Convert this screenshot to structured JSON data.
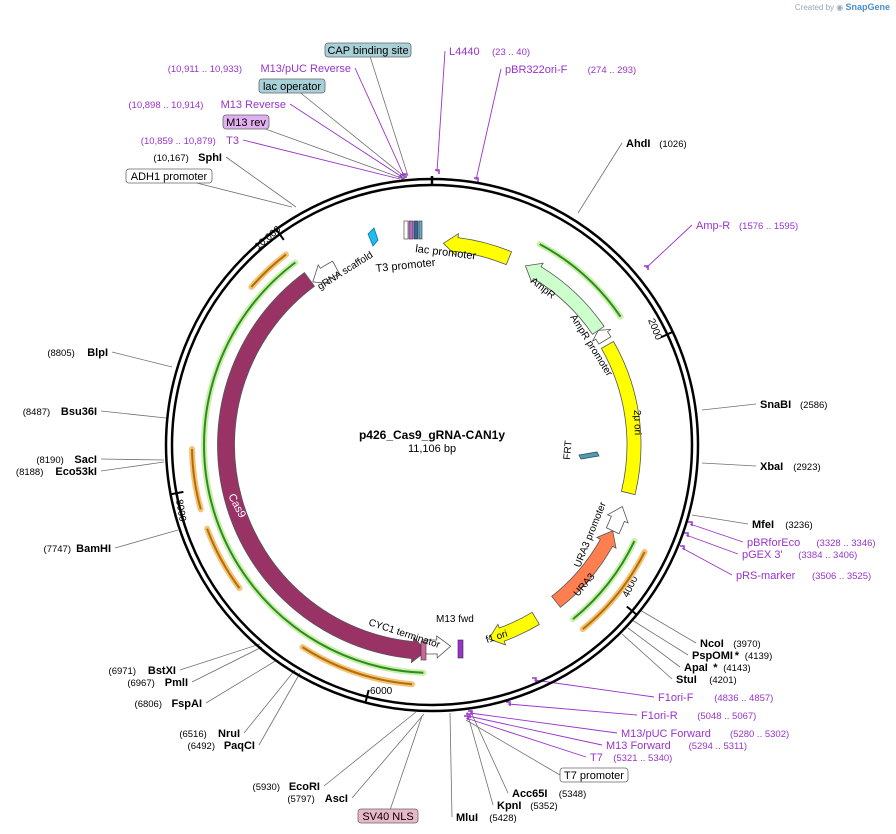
{
  "credit": {
    "prefix": "Created by",
    "brand": "SnapGene"
  },
  "plasmid": {
    "name": "p426_Cas9_gRNA-CAN1y",
    "size_label": "11,106 bp",
    "length": 11106
  },
  "colors": {
    "primer": "#9933cc",
    "site": "#000000",
    "cas9": "#993366",
    "ori": "#ffff00",
    "ampr": "#ccffcc",
    "ura3": "#ff7f50",
    "line": "#707070"
  },
  "ticks": [
    {
      "pos": 2000,
      "label": "2000"
    },
    {
      "pos": 4000,
      "label": "4000"
    },
    {
      "pos": 6000,
      "label": "6000"
    },
    {
      "pos": 8000,
      "label": "8000"
    },
    {
      "pos": 10000,
      "label": "10,000"
    }
  ],
  "features": [
    {
      "name": "Cas9",
      "start": 5600,
      "end": 9980,
      "dir": "rev",
      "color": "#993366",
      "label_color": "#ffffff"
    },
    {
      "name": "ori",
      "start": 100,
      "end": 690,
      "dir": "rev",
      "color": "#ffff00"
    },
    {
      "name": "AmpR",
      "start": 850,
      "end": 1710,
      "dir": "rev",
      "color": "#ccffcc"
    },
    {
      "name": "AmpR promoter",
      "start": 1710,
      "end": 1815,
      "dir": "rev",
      "color": "#ffffff"
    },
    {
      "name": "2μ ori",
      "start": 1860,
      "end": 3200,
      "dir": "none",
      "color": "#ffff00"
    },
    {
      "name": "URA3 promoter",
      "start": 3330,
      "end": 3560,
      "dir": "rev",
      "color": "#ffffff"
    },
    {
      "name": "URA3",
      "start": 3560,
      "end": 4370,
      "dir": "rev",
      "color": "#ff7f50"
    },
    {
      "name": "f1 ori",
      "start": 4600,
      "end": 5050,
      "dir": "fwd",
      "color": "#ffff00"
    },
    {
      "name": "CYC1 terminator",
      "start": 5390,
      "end": 5640,
      "dir": "rev",
      "color": "#ffffff"
    },
    {
      "name": "gRNA scaffold",
      "start": 9990,
      "end": 10230,
      "dir": "rev",
      "color": "#ffffff"
    }
  ],
  "feature_labels": [
    {
      "text": "lac promoter"
    },
    {
      "text": "T3 promoter"
    },
    {
      "text": "gRNA scaffold"
    },
    {
      "text": "AmpR"
    },
    {
      "text": "AmpR promoter"
    },
    {
      "text": "2μ ori"
    },
    {
      "text": "FRT"
    },
    {
      "text": "URA3 promoter"
    },
    {
      "text": "URA3"
    },
    {
      "text": "f1 ori"
    },
    {
      "text": "M13 fwd"
    },
    {
      "text": "CYC1 terminator"
    },
    {
      "text": "Cas9"
    }
  ],
  "enzymes": [
    {
      "name": "AhdI",
      "pos": "(1026)",
      "star": ""
    },
    {
      "name": "SnaBI",
      "pos": "(2586)",
      "star": ""
    },
    {
      "name": "XbaI",
      "pos": "(2923)",
      "star": ""
    },
    {
      "name": "MfeI",
      "pos": "(3236)",
      "star": ""
    },
    {
      "name": "NcoI",
      "pos": "(3970)",
      "star": ""
    },
    {
      "name": "PspOMI",
      "pos": "(4139)",
      "star": "*"
    },
    {
      "name": "ApaI",
      "pos": "(4143)",
      "star": "*"
    },
    {
      "name": "StuI",
      "pos": "(4201)",
      "star": ""
    },
    {
      "name": "Acc65I",
      "pos": "(5348)",
      "star": ""
    },
    {
      "name": "KpnI",
      "pos": "(5352)",
      "star": ""
    },
    {
      "name": "MluI",
      "pos": "(5428)",
      "star": ""
    },
    {
      "name": "AscI",
      "pos": "(5797)",
      "star": ""
    },
    {
      "name": "EcoRI",
      "pos": "(5930)",
      "star": ""
    },
    {
      "name": "PaqCI",
      "pos": "(6492)",
      "star": ""
    },
    {
      "name": "NruI",
      "pos": "(6516)",
      "star": ""
    },
    {
      "name": "FspAI",
      "pos": "(6806)",
      "star": ""
    },
    {
      "name": "PmlI",
      "pos": "(6967)",
      "star": ""
    },
    {
      "name": "BstXI",
      "pos": "(6971)",
      "star": ""
    },
    {
      "name": "BamHI",
      "pos": "(7747)",
      "star": ""
    },
    {
      "name": "Eco53kI",
      "pos": "(8188)",
      "star": ""
    },
    {
      "name": "SacI",
      "pos": "(8190)",
      "star": ""
    },
    {
      "name": "Bsu36I",
      "pos": "(8487)",
      "star": ""
    },
    {
      "name": "BlpI",
      "pos": "(8805)",
      "star": ""
    },
    {
      "name": "SphI",
      "pos": "(10,167)",
      "star": ""
    }
  ],
  "primers": [
    {
      "name": "L4440",
      "range": "(23 .. 40)"
    },
    {
      "name": "pBR322ori-F",
      "range": "(274 .. 293)"
    },
    {
      "name": "Amp-R",
      "range": "(1576 .. 1595)"
    },
    {
      "name": "pBRforEco",
      "range": "(3328 .. 3346)"
    },
    {
      "name": "pGEX 3'",
      "range": "(3384 .. 3406)"
    },
    {
      "name": "pRS-marker",
      "range": "(3506 .. 3525)"
    },
    {
      "name": "F1ori-F",
      "range": "(4836 .. 4857)"
    },
    {
      "name": "F1ori-R",
      "range": "(5048 .. 5067)"
    },
    {
      "name": "M13/pUC Forward",
      "range": "(5280 .. 5302)"
    },
    {
      "name": "M13 Forward",
      "range": "(5294 .. 5311)"
    },
    {
      "name": "T7",
      "range": "(5321 .. 5340)"
    },
    {
      "name": "T3",
      "range": "(10,859 .. 10,879)"
    },
    {
      "name": "M13 Reverse",
      "range": "(10,898 .. 10,914)"
    },
    {
      "name": "M13/pUC Reverse",
      "range": "(10,911 .. 10,933)"
    }
  ],
  "boxed_labels": [
    {
      "text": "CAP binding site",
      "fill": "#a8d0d8"
    },
    {
      "text": "lac operator",
      "fill": "#a8d0d8"
    },
    {
      "text": "M13 rev",
      "fill": "#e0b0f0"
    },
    {
      "text": "ADH1 promoter",
      "fill": "#ffffff"
    },
    {
      "text": "T7 promoter",
      "fill": "#ffffff"
    },
    {
      "text": "SV40 NLS",
      "fill": "#e8b8c8"
    }
  ]
}
